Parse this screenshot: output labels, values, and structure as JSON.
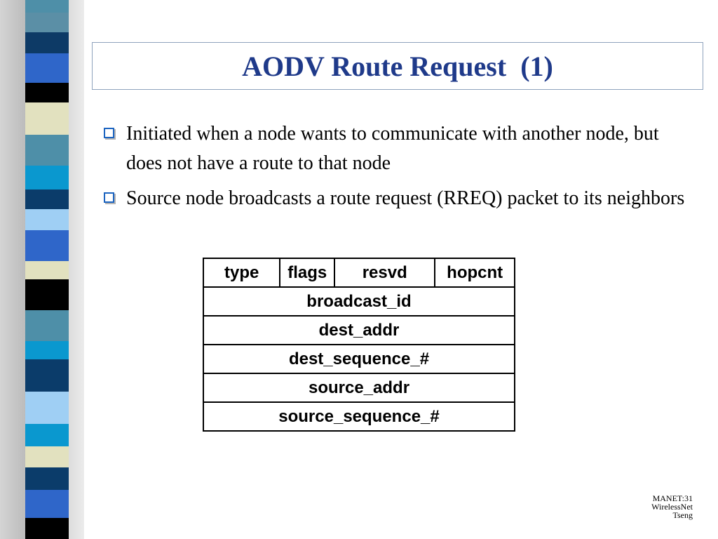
{
  "slide": {
    "title": "AODV Route Request  (1)",
    "bullets": [
      "Initiated when a node wants to communicate with another node, but does not have a route to that node",
      "Source node broadcasts a route request (RREQ) packet to its neighbors"
    ]
  },
  "packet_format": {
    "header_fields": [
      "type",
      "flags",
      "resvd",
      "hopcnt"
    ],
    "fields": [
      "broadcast_id",
      "dest_addr",
      "dest_sequence_#",
      "source_addr",
      "source_sequence_#"
    ]
  },
  "footer": {
    "line1": "MANET:31",
    "line2": "WirelessNet",
    "line3": "Tseng"
  },
  "colors": {
    "title": "#1f3a8a",
    "bullet_icon": "#1c64c0",
    "title_border": "#8fa3bd"
  }
}
